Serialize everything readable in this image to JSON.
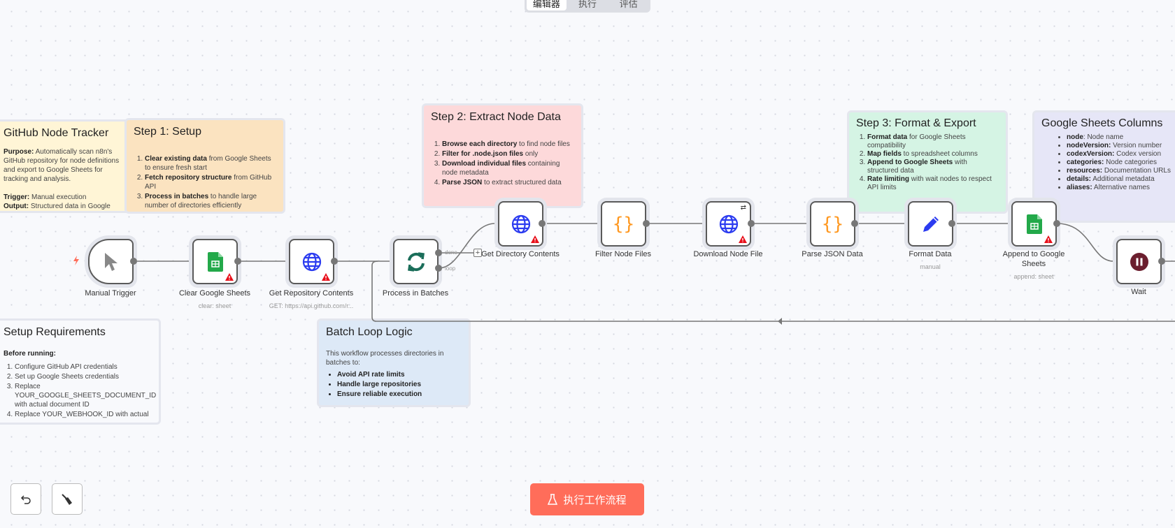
{
  "tabs": [
    "编辑器",
    "执行",
    "评估"
  ],
  "notes": {
    "tracker": {
      "title": "GitHub Node Tracker",
      "purpose_label": "Purpose:",
      "purpose": " Automatically scan n8n's GitHub repository for node definitions and export to Google Sheets for tracking and analysis.",
      "trigger_label": "Trigger:",
      "trigger": " Manual execution",
      "output_label": "Output:",
      "output": " Structured data in Google Sheets"
    },
    "step1": {
      "title": "Step 1: Setup",
      "items": [
        {
          "b": "Clear existing data",
          "t": " from Google Sheets to ensure fresh start"
        },
        {
          "b": "Fetch repository structure",
          "t": " from GitHub API"
        },
        {
          "b": "Process in batches",
          "t": " to handle large number of directories efficiently"
        }
      ]
    },
    "step2": {
      "title": "Step 2: Extract Node Data",
      "items": [
        {
          "b": "Browse each directory",
          "t": " to find node files"
        },
        {
          "b": "Filter for .node.json files",
          "t": " only"
        },
        {
          "b": "Download individual files",
          "t": " containing node metadata"
        },
        {
          "b": "Parse JSON",
          "t": " to extract structured data"
        }
      ]
    },
    "step3": {
      "title": "Step 3: Format & Export",
      "items": [
        {
          "b": "Format data",
          "t": " for Google Sheets compatibility"
        },
        {
          "b": "Map fields",
          "t": " to spreadsheet columns"
        },
        {
          "b": "Append to Google Sheets",
          "t": " with structured data"
        },
        {
          "b": "Rate limiting",
          "t": " with wait nodes to respect API limits"
        }
      ]
    },
    "columns": {
      "title": "Google Sheets Columns",
      "items": [
        {
          "b": "node",
          "t": ": Node name"
        },
        {
          "b": "nodeVersion:",
          "t": " Version number"
        },
        {
          "b": "codexVersion:",
          "t": " Codex version"
        },
        {
          "b": "categories:",
          "t": " Node categories"
        },
        {
          "b": "resources:",
          "t": " Documentation URLs"
        },
        {
          "b": "details:",
          "t": " Additional metadata"
        },
        {
          "b": "aliases:",
          "t": " Alternative names"
        }
      ]
    },
    "setup": {
      "title": "Setup Requirements",
      "before": "Before running:",
      "items": [
        "Configure GitHub API credentials",
        "Set up Google Sheets credentials",
        "Replace YOUR_GOOGLE_SHEETS_DOCUMENT_ID with actual document ID",
        "Replace YOUR_WEBHOOK_ID with actual"
      ]
    },
    "batch": {
      "title": "Batch Loop Logic",
      "intro": "This workflow processes directories in batches to:",
      "items": [
        "Avoid API rate limits",
        "Handle large repositories",
        "Ensure reliable execution"
      ]
    }
  },
  "nodes": [
    {
      "label": "Manual Trigger",
      "icon": "cursor-icon"
    },
    {
      "label": "Clear Google Sheets",
      "sub": "clear: sheet",
      "icon": "google-sheets-icon"
    },
    {
      "label": "Get Repository Contents",
      "sub": "GET: https://api.github.com/r...",
      "icon": "globe-icon"
    },
    {
      "label": "Process in Batches",
      "icon": "sync-icon"
    },
    {
      "label": "Get Directory Contents",
      "icon": "globe-icon"
    },
    {
      "label": "Filter Node Files",
      "icon": "code-braces-icon"
    },
    {
      "label": "Download Node File",
      "icon": "globe-icon"
    },
    {
      "label": "Parse JSON Data",
      "icon": "code-braces-icon"
    },
    {
      "label": "Format Data",
      "sub": "manual",
      "icon": "pencil-icon"
    },
    {
      "label": "Append to Google Sheets",
      "sub": "append: sheet",
      "icon": "google-sheets-icon"
    },
    {
      "label": "Wait",
      "icon": "pause-icon"
    }
  ],
  "branches": {
    "done": "done",
    "loop": "loop"
  },
  "execute_label": "执行工作流程",
  "colors": {
    "accent": "#ff6d5a",
    "globe": "#2b3bf0",
    "sheets": "#23a94a",
    "braces": "#ff9922",
    "sync": "#1b6e5a",
    "wait": "#6b1e2e",
    "warning": "#e8101b"
  }
}
